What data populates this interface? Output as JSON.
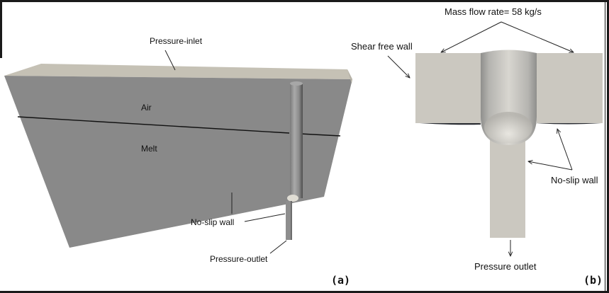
{
  "panel_a": {
    "id_label": "(a)",
    "labels": {
      "pressure_inlet": "Pressure-inlet",
      "air": "Air",
      "melt": "Melt",
      "no_slip_wall": "No-slip wall",
      "pressure_outlet": "Pressure-outlet"
    }
  },
  "panel_b": {
    "id_label": "(b)",
    "labels": {
      "mass_flow_rate": "Mass flow rate= 58 kg/s",
      "shear_free_wall": "Shear free wall",
      "no_slip_wall": "No-slip wall",
      "pressure_outlet": "Pressure outlet"
    }
  },
  "colors": {
    "top_face": "#c5c1b5",
    "front_face": "#898989",
    "cross_section": "#cbc8c0",
    "frame": "#1a1a1a"
  }
}
